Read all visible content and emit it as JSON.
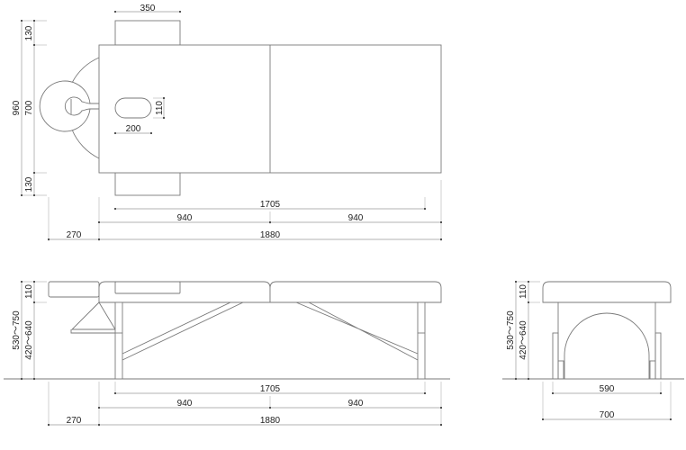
{
  "top_view": {
    "headrest_width": "350",
    "total_width": "960",
    "body_width": "700",
    "armrest_upper": "130",
    "armrest_lower": "130",
    "face_hole_height": "110",
    "face_hole_width": "200",
    "leg_span": "1705",
    "section_left": "940",
    "section_right": "940",
    "headrest_length": "270",
    "total_length": "1880"
  },
  "side_view": {
    "pad_thickness": "110",
    "total_height": "530～750",
    "frame_height": "420～640",
    "leg_span": "1705",
    "section_left": "940",
    "section_right": "940",
    "headrest_length": "270",
    "total_length": "1880"
  },
  "end_view": {
    "pad_thickness": "110",
    "total_height": "530～750",
    "frame_height": "420～640",
    "leg_width": "590",
    "total_width": "700"
  }
}
